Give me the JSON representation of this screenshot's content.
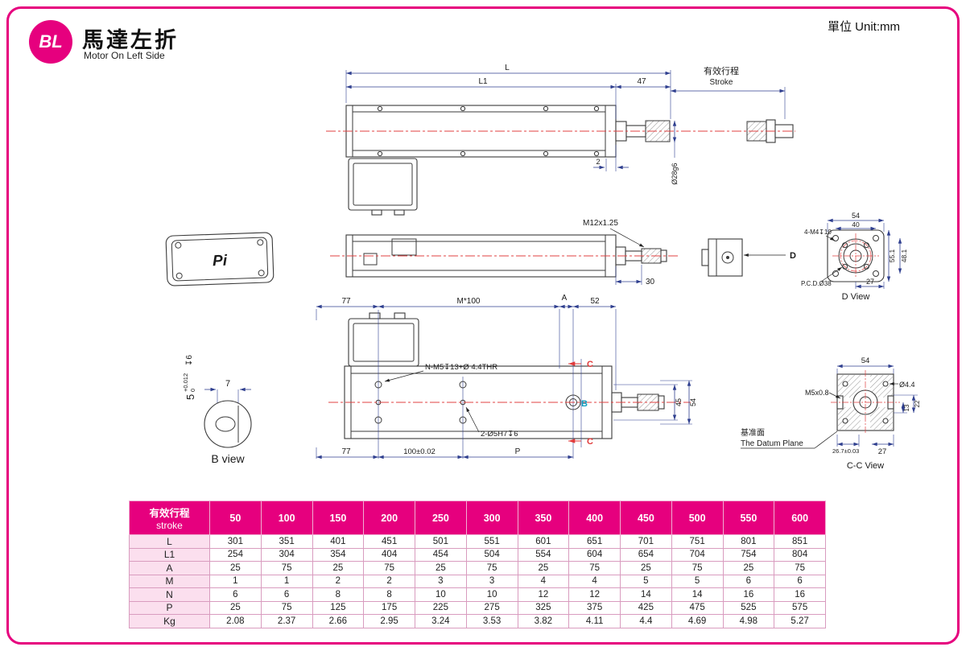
{
  "colors": {
    "brand": "#e6007e",
    "dimension": "#2f3f8f",
    "centerline": "#e04040",
    "section": "#e03a3a",
    "b_marker": "#0a9ec0"
  },
  "header": {
    "logo": "BL",
    "title_zh": "馬達左折",
    "title_en": "Motor On Left Side",
    "unit": "單位 Unit:mm"
  },
  "top_view": {
    "L": "L",
    "L1": "L1",
    "d47": "47",
    "stroke_zh": "有效行程",
    "stroke_en": "Stroke",
    "d2": "2",
    "shaft": "Ø28g6"
  },
  "mid_view": {
    "pi": "Pi",
    "thread": "M12x1.25",
    "d30": "30",
    "d_mark": "D"
  },
  "d_view": {
    "d54": "54",
    "d40": "40",
    "holes": "4-M4↧10",
    "d551": "55.1",
    "d481": "48.1",
    "pcd": "P.C.D.Ø38",
    "d27": "27",
    "label": "D View"
  },
  "bottom_view": {
    "d77_top": "77",
    "m100": "M*100",
    "a": "A",
    "d52": "52",
    "holes_label": "N-M5↧13+Ø 4.4THR",
    "pin_label": "2-Ø5H7↧6",
    "d45": "45",
    "d54": "54",
    "c": "C",
    "b": "B",
    "d77_bot": "77",
    "d100": "100±0.02",
    "p": "P"
  },
  "b_view": {
    "d5": "5",
    "tol_hi": "+0.012",
    "tol_lo": "0",
    "depth": "↧6",
    "d7": "7",
    "label": "B view"
  },
  "cc_view": {
    "d54": "54",
    "thread": "M5x0.8",
    "hole": "Ø4.4",
    "d13": "13",
    "d22": "22",
    "d267": "26.7±0.03",
    "d27": "27",
    "datum_zh": "基准面",
    "datum_en": "The Datum Plane",
    "label": "C-C View"
  },
  "table": {
    "header_zh": "有效行程",
    "header_en": "stroke",
    "columns": [
      "50",
      "100",
      "150",
      "200",
      "250",
      "300",
      "350",
      "400",
      "450",
      "500",
      "550",
      "600"
    ],
    "rows": [
      {
        "label": "L",
        "values": [
          "301",
          "351",
          "401",
          "451",
          "501",
          "551",
          "601",
          "651",
          "701",
          "751",
          "801",
          "851"
        ]
      },
      {
        "label": "L1",
        "values": [
          "254",
          "304",
          "354",
          "404",
          "454",
          "504",
          "554",
          "604",
          "654",
          "704",
          "754",
          "804"
        ]
      },
      {
        "label": "A",
        "values": [
          "25",
          "75",
          "25",
          "75",
          "25",
          "75",
          "25",
          "75",
          "25",
          "75",
          "25",
          "75"
        ]
      },
      {
        "label": "M",
        "values": [
          "1",
          "1",
          "2",
          "2",
          "3",
          "3",
          "4",
          "4",
          "5",
          "5",
          "6",
          "6"
        ]
      },
      {
        "label": "N",
        "values": [
          "6",
          "6",
          "8",
          "8",
          "10",
          "10",
          "12",
          "12",
          "14",
          "14",
          "16",
          "16"
        ]
      },
      {
        "label": "P",
        "values": [
          "25",
          "75",
          "125",
          "175",
          "225",
          "275",
          "325",
          "375",
          "425",
          "475",
          "525",
          "575"
        ]
      },
      {
        "label": "Kg",
        "values": [
          "2.08",
          "2.37",
          "2.66",
          "2.95",
          "3.24",
          "3.53",
          "3.82",
          "4.11",
          "4.4",
          "4.69",
          "4.98",
          "5.27"
        ]
      }
    ]
  }
}
